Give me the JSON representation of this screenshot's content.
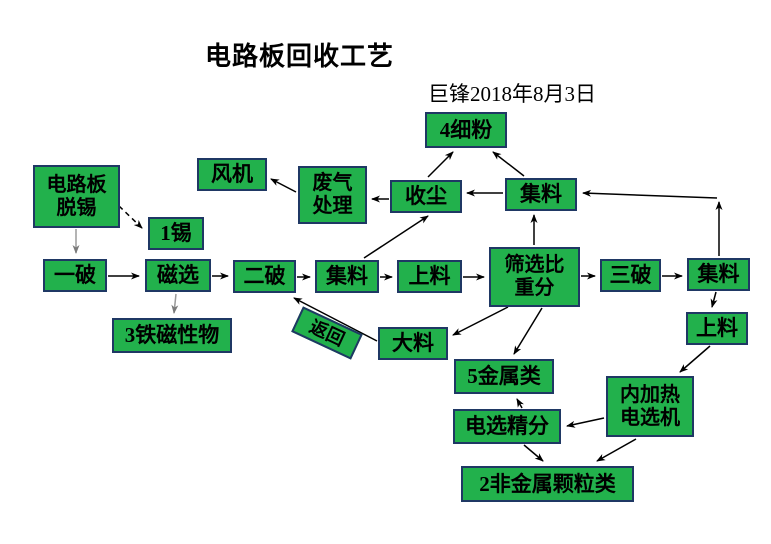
{
  "title": "电路板回收工艺",
  "subtitle": "巨锋2018年8月3日",
  "colors": {
    "node_fill": "#22B14C",
    "node_border": "#1F3864",
    "arrow_black": "#000000",
    "arrow_gray": "#8a8a8a"
  },
  "nodes": {
    "board_detin": {
      "label": "电路板\n脱锡"
    },
    "fan": {
      "label": "风机"
    },
    "waste_gas": {
      "label": "废气\n处理"
    },
    "dust_collect": {
      "label": "收尘"
    },
    "fine_powder": {
      "label": "4细粉"
    },
    "collect_top": {
      "label": "集料"
    },
    "tin": {
      "label": "1锡"
    },
    "crush1": {
      "label": "一破"
    },
    "magnetic": {
      "label": "磁选"
    },
    "crush2": {
      "label": "二破"
    },
    "collect_mid": {
      "label": "集料"
    },
    "feed_mid": {
      "label": "上料"
    },
    "screen_gravity": {
      "label": "筛选比\n重分"
    },
    "crush3": {
      "label": "三破"
    },
    "collect_right": {
      "label": "集料"
    },
    "feed_right": {
      "label": "上料"
    },
    "ferromagnetic": {
      "label": "3铁磁性物"
    },
    "return_label": {
      "label": "返回"
    },
    "large_material": {
      "label": "大料"
    },
    "metals": {
      "label": "5金属类"
    },
    "electro_sep": {
      "label": "电选精分"
    },
    "heated_separator": {
      "label": "内加热\n电选机"
    },
    "nonmetal": {
      "label": "2非金属颗粒类"
    }
  },
  "edges": [
    {
      "from": "电路板脱锡",
      "to": "一破",
      "style": "gray"
    },
    {
      "from": "电路板脱锡",
      "to": "1锡",
      "style": "dashed"
    },
    {
      "from": "一破",
      "to": "磁选",
      "style": "solid"
    },
    {
      "from": "磁选",
      "to": "二破",
      "style": "solid"
    },
    {
      "from": "磁选",
      "to": "3铁磁性物",
      "style": "gray"
    },
    {
      "from": "二破",
      "to": "集料",
      "style": "solid"
    },
    {
      "from": "集料",
      "to": "上料",
      "style": "solid"
    },
    {
      "from": "上料",
      "to": "筛选比重分",
      "style": "solid"
    },
    {
      "from": "集料",
      "to": "收尘",
      "style": "solid"
    },
    {
      "from": "收尘",
      "to": "废气处理",
      "style": "solid"
    },
    {
      "from": "废气处理",
      "to": "风机",
      "style": "solid"
    },
    {
      "from": "收尘",
      "to": "4细粉",
      "style": "solid"
    },
    {
      "from": "集料(上)",
      "to": "4细粉",
      "style": "solid"
    },
    {
      "from": "集料(上)",
      "to": "收尘",
      "style": "solid"
    },
    {
      "from": "筛选比重分",
      "to": "集料(上)",
      "style": "solid"
    },
    {
      "from": "筛选比重分",
      "to": "三破",
      "style": "solid"
    },
    {
      "from": "三破",
      "to": "集料(右)",
      "style": "solid"
    },
    {
      "from": "集料(右)",
      "to": "集料(上)",
      "style": "solid"
    },
    {
      "from": "集料(右)",
      "to": "上料(右)",
      "style": "solid"
    },
    {
      "from": "上料(右)",
      "to": "内加热电选机",
      "style": "solid"
    },
    {
      "from": "筛选比重分",
      "to": "大料",
      "style": "solid"
    },
    {
      "from": "筛选比重分",
      "to": "5金属类",
      "style": "solid"
    },
    {
      "from": "大料",
      "to": "二破 (返回)",
      "style": "solid"
    },
    {
      "from": "内加热电选机",
      "to": "电选精分",
      "style": "solid"
    },
    {
      "from": "电选精分",
      "to": "5金属类",
      "style": "solid"
    },
    {
      "from": "电选精分",
      "to": "2非金属颗粒类",
      "style": "solid"
    },
    {
      "from": "内加热电选机",
      "to": "2非金属颗粒类",
      "style": "solid"
    }
  ]
}
